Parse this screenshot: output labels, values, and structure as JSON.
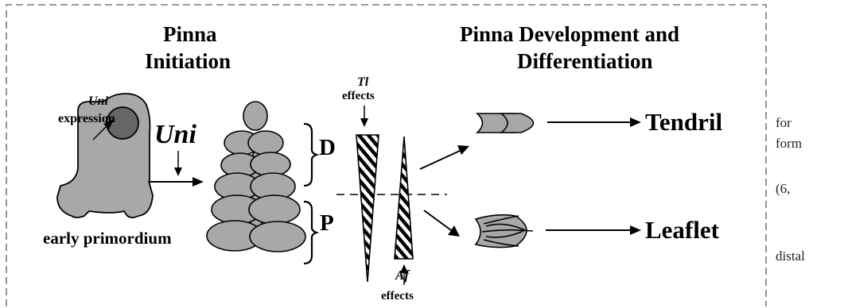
{
  "headings": {
    "initiation_line1": "Pinna",
    "initiation_line2": "Initiation",
    "development_line1": "Pinna Development and",
    "development_line2": "Differentiation"
  },
  "labels": {
    "uni_small": "Uni",
    "expression": "expression",
    "uni_big": "Uni",
    "early_primordium": "early primordium",
    "d": "D",
    "p": "P",
    "tl": "Tl",
    "tl_effects": "effects",
    "af": "Af",
    "af_effects": "effects",
    "tendril": "Tendril",
    "leaflet": "Leaflet"
  },
  "side_text": {
    "line1": "for",
    "line2": "form",
    "line3": "(6,",
    "line4": "distal"
  },
  "colors": {
    "fill_gray": "#a8a8a8",
    "dark_gray": "#666666",
    "stroke": "#000000",
    "frame": "#7a7a7a"
  }
}
